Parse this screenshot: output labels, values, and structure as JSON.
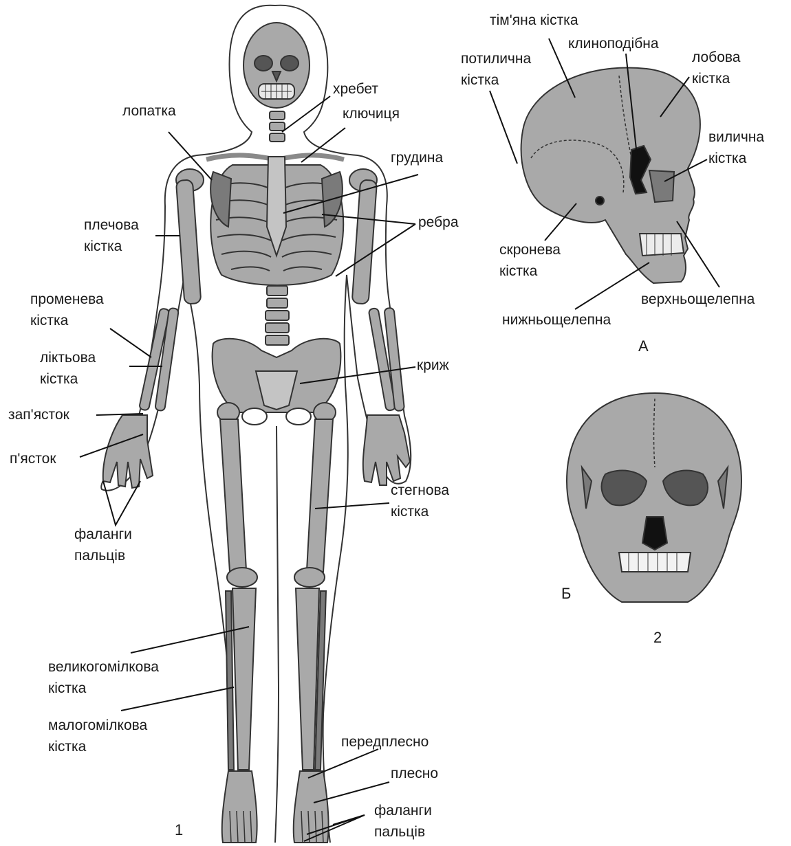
{
  "body_labels": {
    "spine": "хребет",
    "scapula": "лопатка",
    "clavicle": "ключиця",
    "sternum": "грудина",
    "humerus": [
      "плечова",
      "кістка"
    ],
    "ribs": "ребра",
    "radius": [
      "променева",
      "кістка"
    ],
    "ulna": [
      "ліктьова",
      "кістка"
    ],
    "carpus": "зап'ясток",
    "metacarpus": "п'ясток",
    "sacrum": "криж",
    "femur": [
      "стегнова",
      "кістка"
    ],
    "finger_phalanges": [
      "фаланги",
      "пальців"
    ],
    "tibia": [
      "великогомілкова",
      "кістка"
    ],
    "fibula": [
      "малогомілкова",
      "кістка"
    ],
    "tarsus": "передплесно",
    "metatarsus": "плесно",
    "toe_phalanges": [
      "фаланги",
      "пальців"
    ]
  },
  "skull_labels": {
    "parietal": "тім'яна кістка",
    "occipital": [
      "потилична",
      "кістка"
    ],
    "sphenoid": "клиноподібна",
    "frontal": [
      "лобова",
      "кістка"
    ],
    "zygomatic": [
      "вилична",
      "кістка"
    ],
    "temporal": [
      "скронева",
      "кістка"
    ],
    "maxilla": "верхньощелепна",
    "mandible": "нижньощелепна"
  },
  "figure_marks": {
    "skeleton": "1",
    "skull_side": "А",
    "skull_front": "Б",
    "skulls": "2"
  },
  "colors": {
    "bone": "#a9a9a9",
    "bone_dark": "#7a7a7a",
    "outline": "#333333",
    "dark": "#111111"
  }
}
